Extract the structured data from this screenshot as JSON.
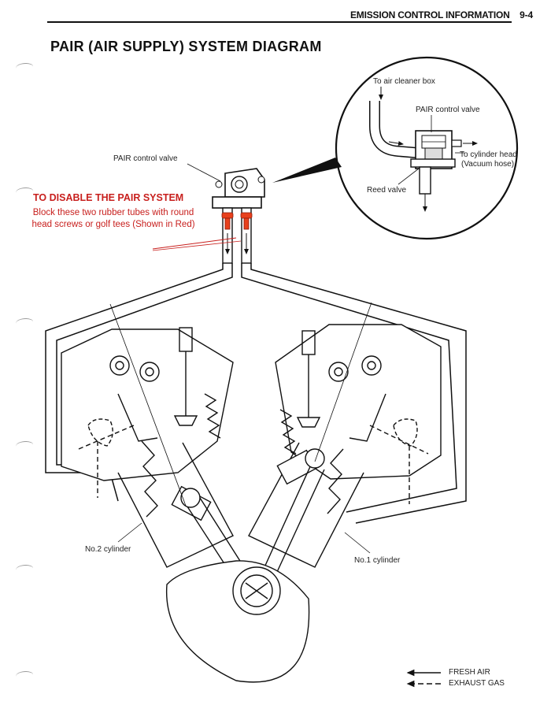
{
  "header": {
    "section": "EMISSION CONTROL INFORMATION",
    "page_number": "9-4"
  },
  "title": "PAIR (AIR SUPPLY) SYSTEM DIAGRAM",
  "labels": {
    "pair_valve_main": "PAIR control valve",
    "to_air_cleaner": "To air cleaner box",
    "pair_valve_inset": "PAIR control valve",
    "to_cyl_head_1": "To cylinder head",
    "to_cyl_head_2": "(Vacuum hose)",
    "reed_valve": "Reed valve",
    "cyl2": "No.2 cylinder",
    "cyl1": "No.1 cylinder"
  },
  "note": {
    "title": "TO DISABLE THE PAIR SYSTEM",
    "body": "Block these two rubber tubes with round head screws or golf tees (Shown in Red)"
  },
  "legend": {
    "fresh_air": "FRESH AIR",
    "exhaust_gas": "EXHAUST GAS"
  },
  "colors": {
    "ink": "#111111",
    "annotation_red": "#c8201e",
    "plug_fill": "#e8401c"
  }
}
